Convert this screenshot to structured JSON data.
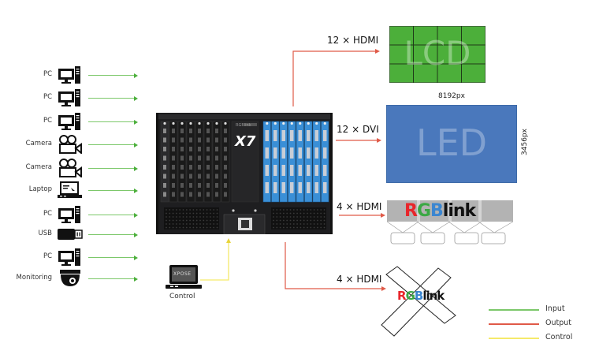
{
  "inputs": [
    {
      "label": "PC",
      "icon": "desktop-pc-icon"
    },
    {
      "label": "PC",
      "icon": "desktop-pc-icon"
    },
    {
      "label": "PC",
      "icon": "desktop-pc-icon"
    },
    {
      "label": "Camera",
      "icon": "video-camera-icon"
    },
    {
      "label": "Camera",
      "icon": "video-camera-icon"
    },
    {
      "label": "Laptop",
      "icon": "laptop-icon"
    },
    {
      "label": "PC",
      "icon": "desktop-pc-icon"
    },
    {
      "label": "USB",
      "icon": "usb-drive-icon"
    },
    {
      "label": "PC",
      "icon": "desktop-pc-icon"
    },
    {
      "label": "Monitoring",
      "icon": "dome-camera-icon"
    }
  ],
  "device": {
    "name": "X7",
    "brand": "RGBlink"
  },
  "control": {
    "label": "Control",
    "screen_text": "XPOSE"
  },
  "outputs": [
    {
      "label": "12 × HDMI",
      "target": "LCD",
      "target_text": "LCD"
    },
    {
      "label": "12 × DVI",
      "target": "LED",
      "target_text": "LED",
      "width_label": "8192px",
      "height_label": "3456px"
    },
    {
      "label": "4 × HDMI",
      "target": "projection-blend",
      "target_text": "RGBlink"
    },
    {
      "label": "4 × HDMI",
      "target": "cross-projection",
      "target_text": "RGBlink"
    }
  ],
  "legend": [
    {
      "label": "Input",
      "color": "#7cc86a"
    },
    {
      "label": "Output",
      "color": "#e05a48"
    },
    {
      "label": "Control",
      "color": "#f5e96a"
    }
  ],
  "colors": {
    "input": "#7cc86a",
    "output": "#e05a48",
    "control": "#f5e96a",
    "lcd": "#4caf3a",
    "led": "#4a78bc",
    "brand_r": "#e8262b",
    "brand_g": "#3aa844",
    "brand_b": "#3b86d1"
  }
}
